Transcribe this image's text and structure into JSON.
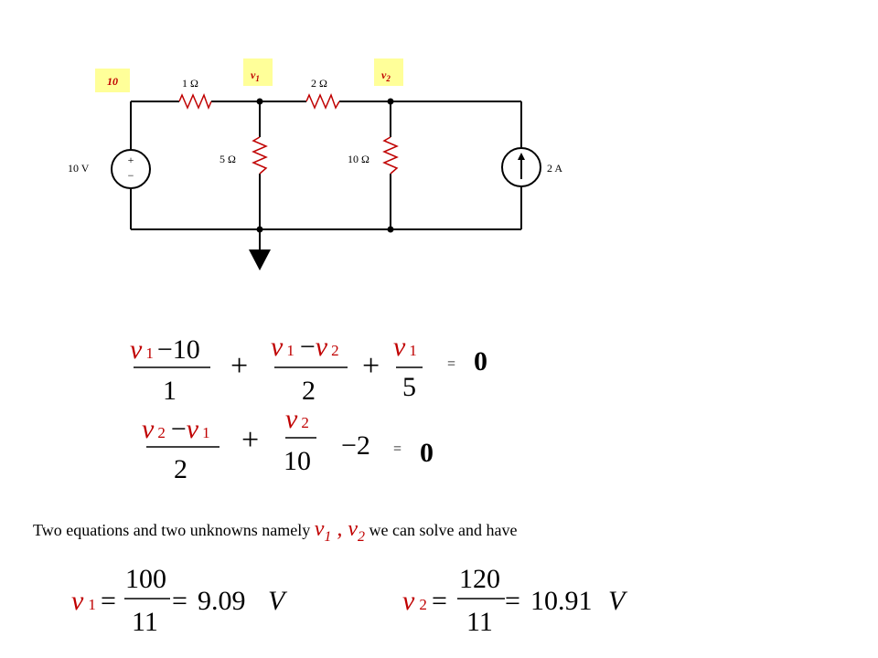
{
  "circuit": {
    "node_labels": {
      "ref": "10",
      "v1_base": "v",
      "v1_sub": "1",
      "v2_base": "v",
      "v2_sub": "2"
    },
    "source_voltage": "10  V",
    "source_plus": "+",
    "source_minus": "−",
    "source_current": "2  A",
    "r1": "1  Ω",
    "r2": "2  Ω",
    "r3": "5  Ω",
    "r4": "10  Ω"
  },
  "equations": {
    "eq1": {
      "t1_num_var": "v",
      "t1_num_sub": "1",
      "t1_num_rest": "−10",
      "t1_den": "1",
      "plus1": "+",
      "t2_num_var1": "v",
      "t2_num_sub1": "1",
      "t2_minus": "−",
      "t2_num_var2": "v",
      "t2_num_sub2": "2",
      "t2_den": "2",
      "plus2": "+",
      "t3_num_var": "v",
      "t3_num_sub": "1",
      "t3_den": "5",
      "eq": "=",
      "rhs": "0"
    },
    "eq2": {
      "t1_num_var1": "v",
      "t1_num_sub1": "2",
      "t1_minus": "−",
      "t1_num_var2": "v",
      "t1_num_sub2": "1",
      "t1_den": "2",
      "plus": "+",
      "t2_num_var": "v",
      "t2_num_sub": "2",
      "t2_den": "10",
      "term": "−2",
      "eq": "=",
      "rhs": "0"
    }
  },
  "statement": {
    "before": "Two equations  and two unknowns namely",
    "v1_var": "v",
    "v1_sub": "1",
    "comma": " , ",
    "v2_var": "v",
    "v2_sub": "2",
    "after": " we can solve and have"
  },
  "results": {
    "r1": {
      "var": "v",
      "sub": "1",
      "eq1": "=",
      "num": "100",
      "den": "11",
      "eq2": "=",
      "value": "9.09",
      "unit": "V"
    },
    "r2": {
      "var": "v",
      "sub": "2",
      "eq1": "=",
      "num": "120",
      "den": "11",
      "eq2": "=",
      "value": "10.91",
      "unit": "V"
    }
  }
}
